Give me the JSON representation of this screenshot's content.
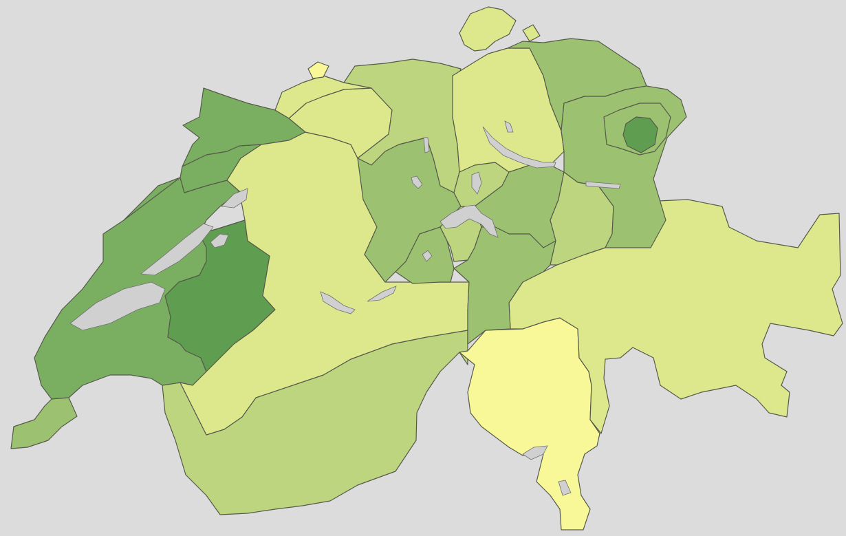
{
  "map": {
    "background_color": "#dcdcdc",
    "border_color": "#555a4a",
    "lake_color": "#d0d0d0",
    "color_scale": {
      "level_0": "#f8f898",
      "level_1": "#dde88c",
      "level_2": "#bcd57e",
      "level_3": "#9cc271",
      "level_4": "#7aaf61",
      "level_5": "#5f9e50"
    },
    "regions": [
      {
        "id": "schaffhausen",
        "level": 1
      },
      {
        "id": "basel-stadt",
        "level": 0
      },
      {
        "id": "basel-land",
        "level": 1
      },
      {
        "id": "aargau",
        "level": 2
      },
      {
        "id": "zurich",
        "level": 1
      },
      {
        "id": "thurgau",
        "level": 3
      },
      {
        "id": "st-gallen",
        "level": 3
      },
      {
        "id": "appenzell-ar",
        "level": 3
      },
      {
        "id": "appenzell-ir",
        "level": 5
      },
      {
        "id": "jura",
        "level": 4
      },
      {
        "id": "solothurn",
        "level": 1
      },
      {
        "id": "neuchatel",
        "level": 4
      },
      {
        "id": "bern",
        "level": 1
      },
      {
        "id": "lucerne",
        "level": 3
      },
      {
        "id": "zug",
        "level": 2
      },
      {
        "id": "schwyz",
        "level": 3
      },
      {
        "id": "glarus",
        "level": 2
      },
      {
        "id": "obwalden",
        "level": 3
      },
      {
        "id": "nidwalden",
        "level": 2
      },
      {
        "id": "uri",
        "level": 3
      },
      {
        "id": "graubunden",
        "level": 1
      },
      {
        "id": "ticino",
        "level": 0
      },
      {
        "id": "valais",
        "level": 2
      },
      {
        "id": "vaud",
        "level": 4
      },
      {
        "id": "fribourg",
        "level": 5
      },
      {
        "id": "geneva",
        "level": 3
      }
    ]
  }
}
